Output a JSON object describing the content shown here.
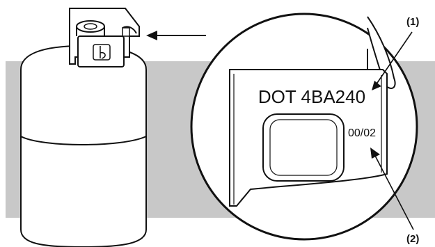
{
  "plate_text": "DOT 4BA240",
  "date_text": "00/02",
  "callouts": [
    "(1)",
    "(2)"
  ],
  "colors": {
    "band": "#c8c8c8",
    "line": "#111111",
    "paper": "#ffffff"
  }
}
